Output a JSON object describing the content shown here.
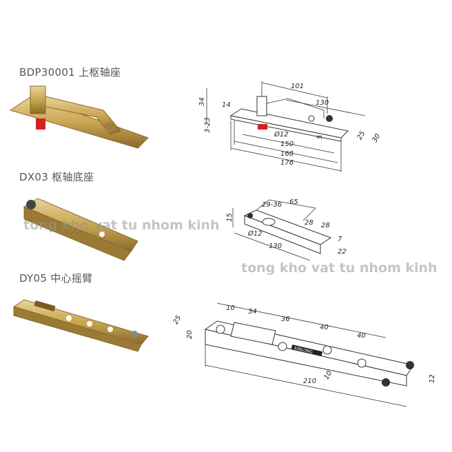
{
  "products": [
    {
      "title": "BDP30001 上枢轴座",
      "dims": {
        "d101": "101",
        "d130": "130",
        "d34": "34",
        "d14": "14",
        "d3_23": "3-23",
        "d12": "Ø12",
        "d5": "5",
        "d150": "150",
        "d168": "168",
        "d176": "176",
        "d25": "25",
        "d30": "30"
      }
    },
    {
      "title": "DX03 枢轴底座",
      "dims": {
        "d29_36": "29-36",
        "d65": "65",
        "d15": "15",
        "d28a": "28",
        "d28b": "28",
        "d12": "Ø12",
        "d130": "130",
        "d7": "7",
        "d22": "22"
      }
    },
    {
      "title": "DY05 中心摇臂",
      "dims": {
        "d10a": "10",
        "d34": "34",
        "d36": "36",
        "d40a": "40",
        "d40b": "40",
        "d25": "25",
        "d20": "20",
        "d10b": "10",
        "d210": "210",
        "d12": "12",
        "brand": "KINLONG"
      }
    }
  ],
  "watermark": [
    "tong kho vat tu nhom kinh",
    "tong kho vat tu nhom kinh"
  ],
  "colors": {
    "gold": "#c9a650",
    "red": "#d42020",
    "line": "#333333"
  }
}
